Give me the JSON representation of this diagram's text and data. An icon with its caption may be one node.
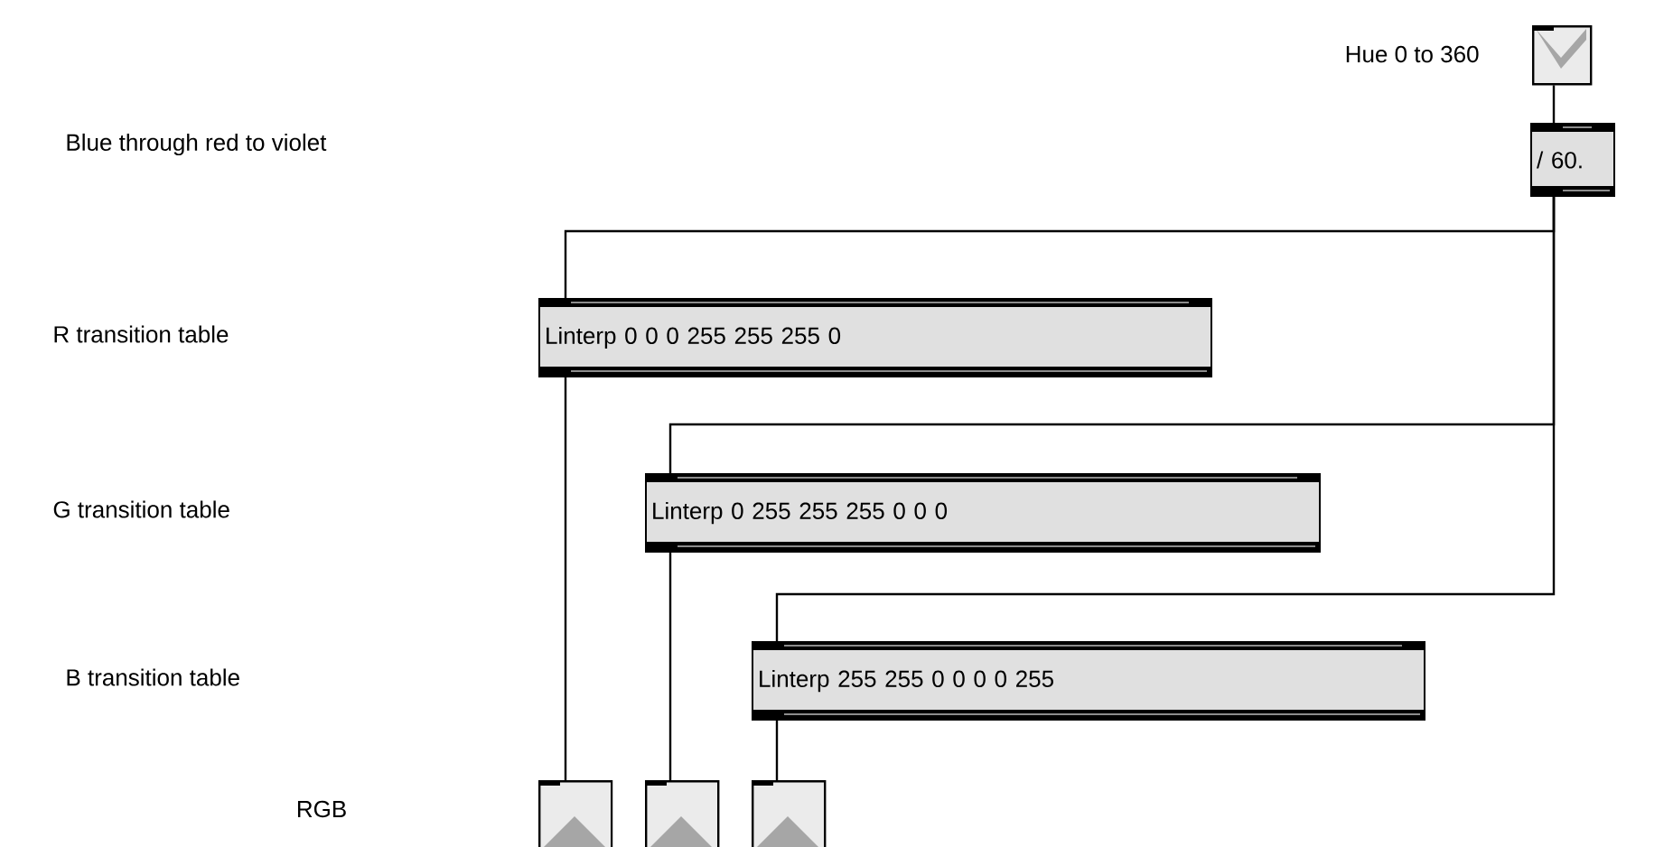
{
  "diagram": {
    "nodes": [
      {
        "text": [],
        "shape": "box",
        "beside": [
          "Hue 0 to 360"
        ]
      },
      {
        "text": [
          "/ 60."
        ]
      },
      {
        "text": [
          "Linterp 0 0 0 255 255 255 0"
        ]
      },
      {
        "text": [
          "Linterp 0 255 255 255 0 0 0"
        ]
      },
      {
        "text": [
          "Linterp 255 255 0 0 0 0 255"
        ]
      },
      {
        "text": [],
        "shape": "box"
      },
      {
        "text": [],
        "shape": "box"
      },
      {
        "text": [],
        "shape": "box"
      }
    ],
    "edges": [
      {
        "from": 0,
        "to": 1,
        "arrow": "none"
      },
      {
        "from": 1,
        "to": 2,
        "arrow": "none"
      },
      {
        "from": 1,
        "to": 3,
        "arrow": "none"
      },
      {
        "from": 1,
        "to": 4,
        "arrow": "none"
      },
      {
        "from": 2,
        "to": 5,
        "arrow": "none"
      },
      {
        "from": 3,
        "to": 6,
        "arrow": "none"
      },
      {
        "from": 4,
        "to": 7,
        "arrow": "none"
      }
    ],
    "labels": [
      "Blue through red to violet",
      "R transition table",
      "G transition table",
      "B transition table",
      "RGB"
    ]
  }
}
